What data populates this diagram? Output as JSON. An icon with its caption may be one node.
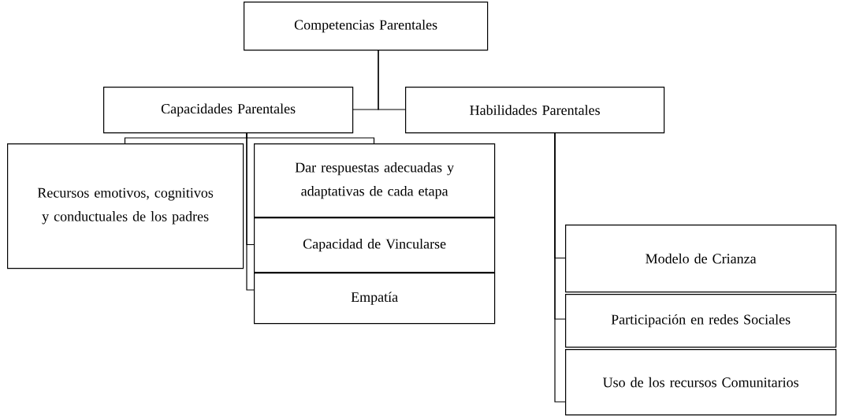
{
  "diagram": {
    "nodes": [
      {
        "text": [
          "Competencias Parentales"
        ]
      },
      {
        "text": [
          "Capacidades Parentales"
        ]
      },
      {
        "text": [
          "Habilidades Parentales"
        ]
      },
      {
        "text": [
          "Recursos emotivos, cognitivos y conductuales de los padres"
        ]
      },
      {
        "text": [
          "Dar respuestas adecuadas y adaptativas de cada etapa"
        ]
      },
      {
        "text": [
          "Capacidad de Vincularse"
        ]
      },
      {
        "text": [
          "Empatía"
        ]
      },
      {
        "text": [
          "Modelo de Crianza"
        ]
      },
      {
        "text": [
          "Participación en redes Sociales"
        ]
      },
      {
        "text": [
          "Uso de los recursos Comunitarios"
        ]
      }
    ],
    "edges": [
      {
        "from": 0,
        "to": 1,
        "arrow": "none"
      },
      {
        "from": 0,
        "to": 2,
        "arrow": "none"
      },
      {
        "from": 1,
        "to": 3,
        "arrow": "none"
      },
      {
        "from": 1,
        "to": 4,
        "arrow": "none"
      },
      {
        "from": 1,
        "to": 5,
        "arrow": "none"
      },
      {
        "from": 1,
        "to": 6,
        "arrow": "none"
      },
      {
        "from": 2,
        "to": 7,
        "arrow": "none"
      },
      {
        "from": 2,
        "to": 8,
        "arrow": "none"
      },
      {
        "from": 2,
        "to": 9,
        "arrow": "none"
      }
    ]
  }
}
